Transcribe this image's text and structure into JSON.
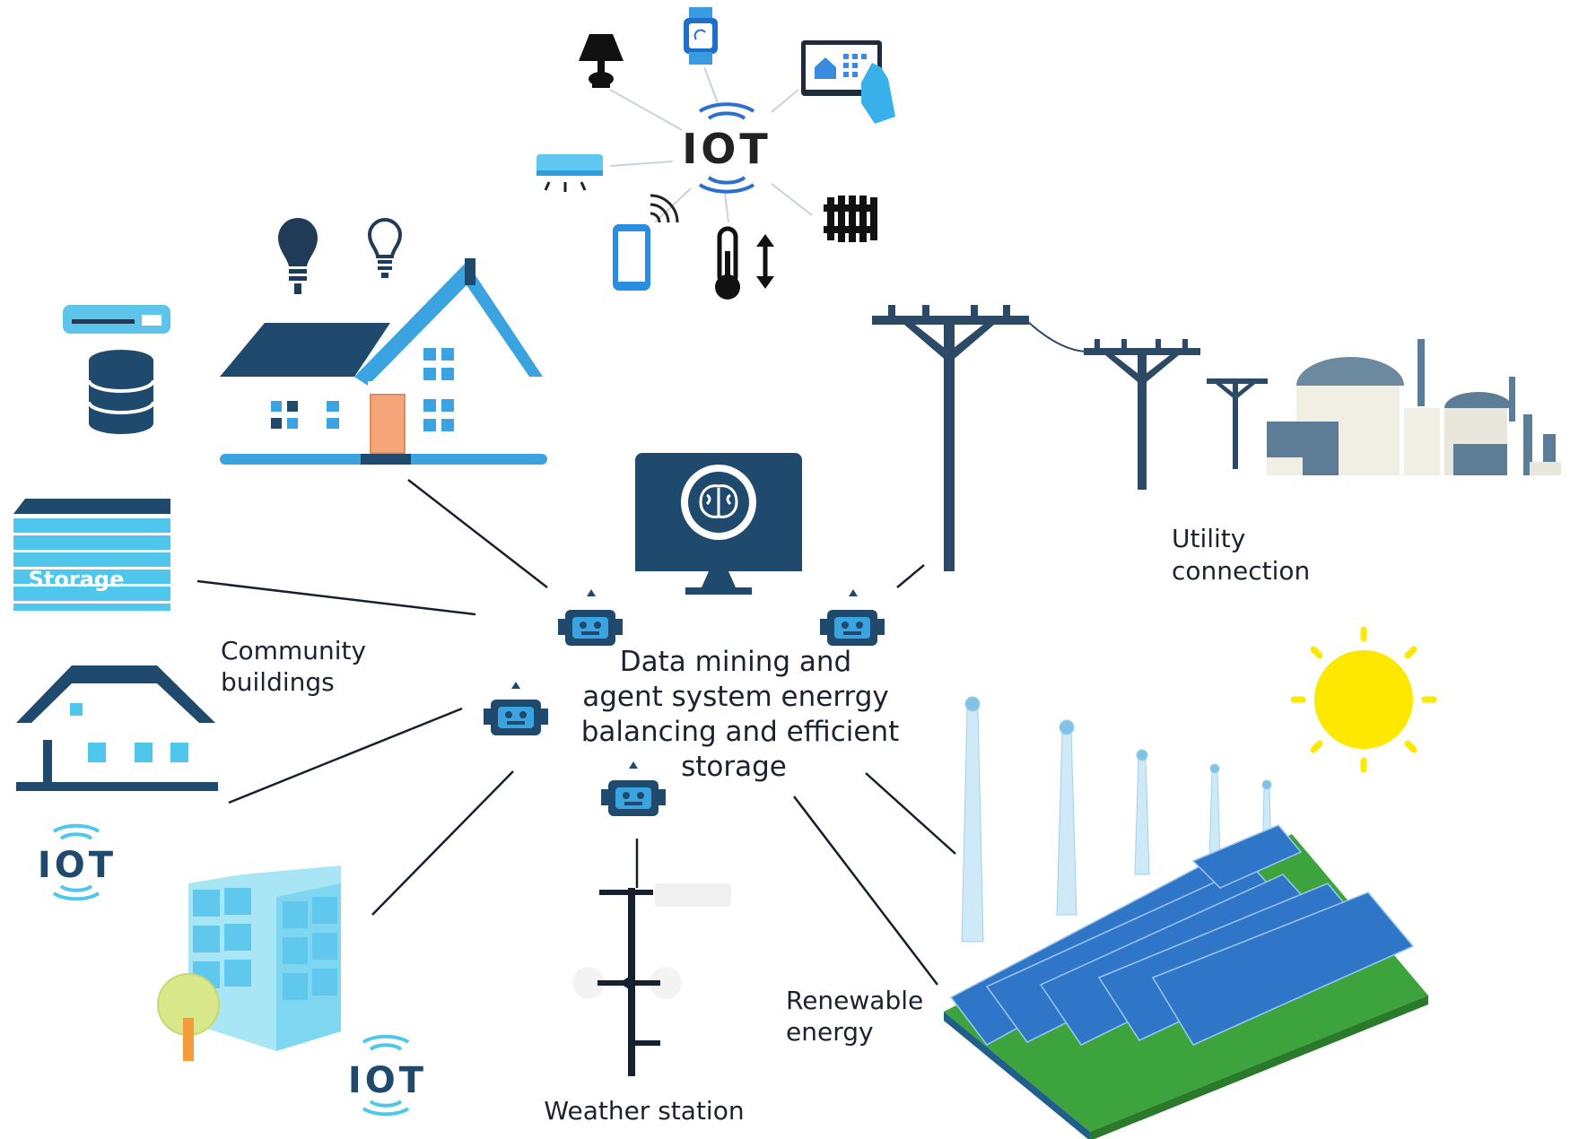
{
  "labels": {
    "center": [
      "Data mining and",
      "agent system enerrgy",
      "balancing and efficient",
      "storage"
    ],
    "utility": [
      "Utility",
      "connection"
    ],
    "community": [
      "Community",
      "buildings"
    ],
    "renewable": [
      "Renewable",
      "energy"
    ],
    "weather": "Weather station",
    "storage_box": "Storage",
    "iot": "IOT"
  },
  "colors": {
    "navy": "#1f4a6e",
    "sky": "#3aa3e0",
    "cyan": "#4fc7ec",
    "light_cyan": "#a9e6f5",
    "solar_blue": "#2f76c9",
    "grass": "#3da33d",
    "sun": "#ffe800",
    "door": "#f6a57b"
  },
  "icons": [
    "lamp-icon",
    "smartwatch-icon",
    "tablet-icon",
    "air-conditioner-icon",
    "phone-icon",
    "thermometer-icon",
    "radiator-icon",
    "bulb-icon",
    "database-icon",
    "robot-icon",
    "monitor-icon",
    "brain-icon",
    "power-pole-icon",
    "power-plant-icon",
    "wind-turbine-icon",
    "solar-panel-icon",
    "sun-icon",
    "weather-station-icon",
    "office-building-icon",
    "tree-icon",
    "house-icon"
  ]
}
